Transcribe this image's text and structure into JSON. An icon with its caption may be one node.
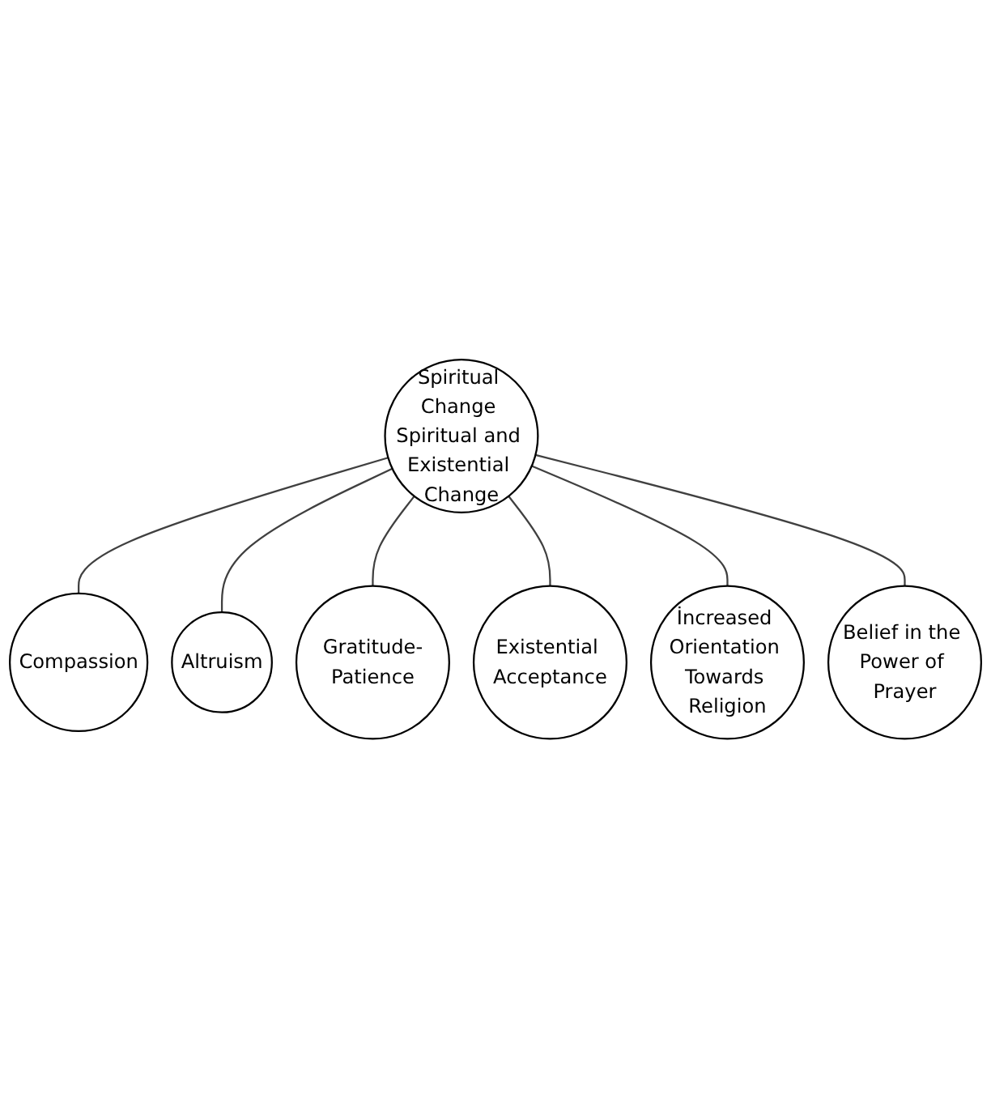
{
  "diagram": {
    "nodes": [
      {
        "text": [
          "Compassion"
        ]
      },
      {
        "text": [
          "Altruism"
        ]
      },
      {
        "text": [
          "Gratitude-Patience"
        ]
      },
      {
        "text": [
          "Spiritual Change Spiritual and Existential Change"
        ]
      },
      {
        "text": [
          "Existential Acceptance"
        ]
      },
      {
        "text": [
          "İncreased Orientation Towards Religion"
        ]
      },
      {
        "text": [
          "Belief in the Power of Prayer"
        ]
      }
    ],
    "edges": [
      {
        "from": 3,
        "to": 0,
        "arrow": "none"
      },
      {
        "from": 3,
        "to": 1,
        "arrow": "none"
      },
      {
        "from": 3,
        "to": 2,
        "arrow": "none"
      },
      {
        "from": 3,
        "to": 4,
        "arrow": "none"
      },
      {
        "from": 3,
        "to": 5,
        "arrow": "none"
      },
      {
        "from": 3,
        "to": 6,
        "arrow": "none"
      }
    ]
  }
}
